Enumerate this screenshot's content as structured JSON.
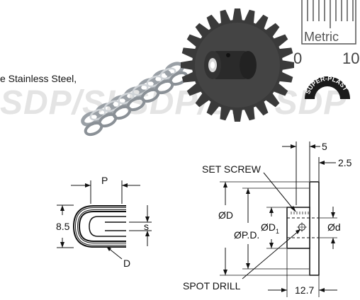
{
  "caption": {
    "chain_text": "e Stainless Steel,"
  },
  "watermark": {
    "text": "SDP/SI SDP/SI • SDP"
  },
  "metric_scale": {
    "label": "Metric",
    "start": "0",
    "end": "10"
  },
  "logo": {
    "text": "SUPER-PLAST"
  },
  "chain_link_drawing": {
    "pitch_label": "P",
    "height_label": "8.5",
    "gap_label": "s",
    "diameter_label": "D"
  },
  "sprocket_drawing": {
    "width_label": "5",
    "hub_offset_label": "2.5",
    "set_screw_label": "SET SCREW",
    "outer_diameter_label": "ØD",
    "pitch_diameter_label": "ØP.D.",
    "hub_diameter_label": "ØD",
    "hub_diameter_subscript": "1",
    "bore_label": "Ød",
    "spot_drill_label": "SPOT DRILL",
    "overall_length_label": "12.7"
  },
  "colors": {
    "sprocket_body": "#3a3a3a",
    "chain_metal": "#b8bcc0",
    "watermark": "#e4e4e4",
    "logo_ring": "#1a1a1a"
  }
}
